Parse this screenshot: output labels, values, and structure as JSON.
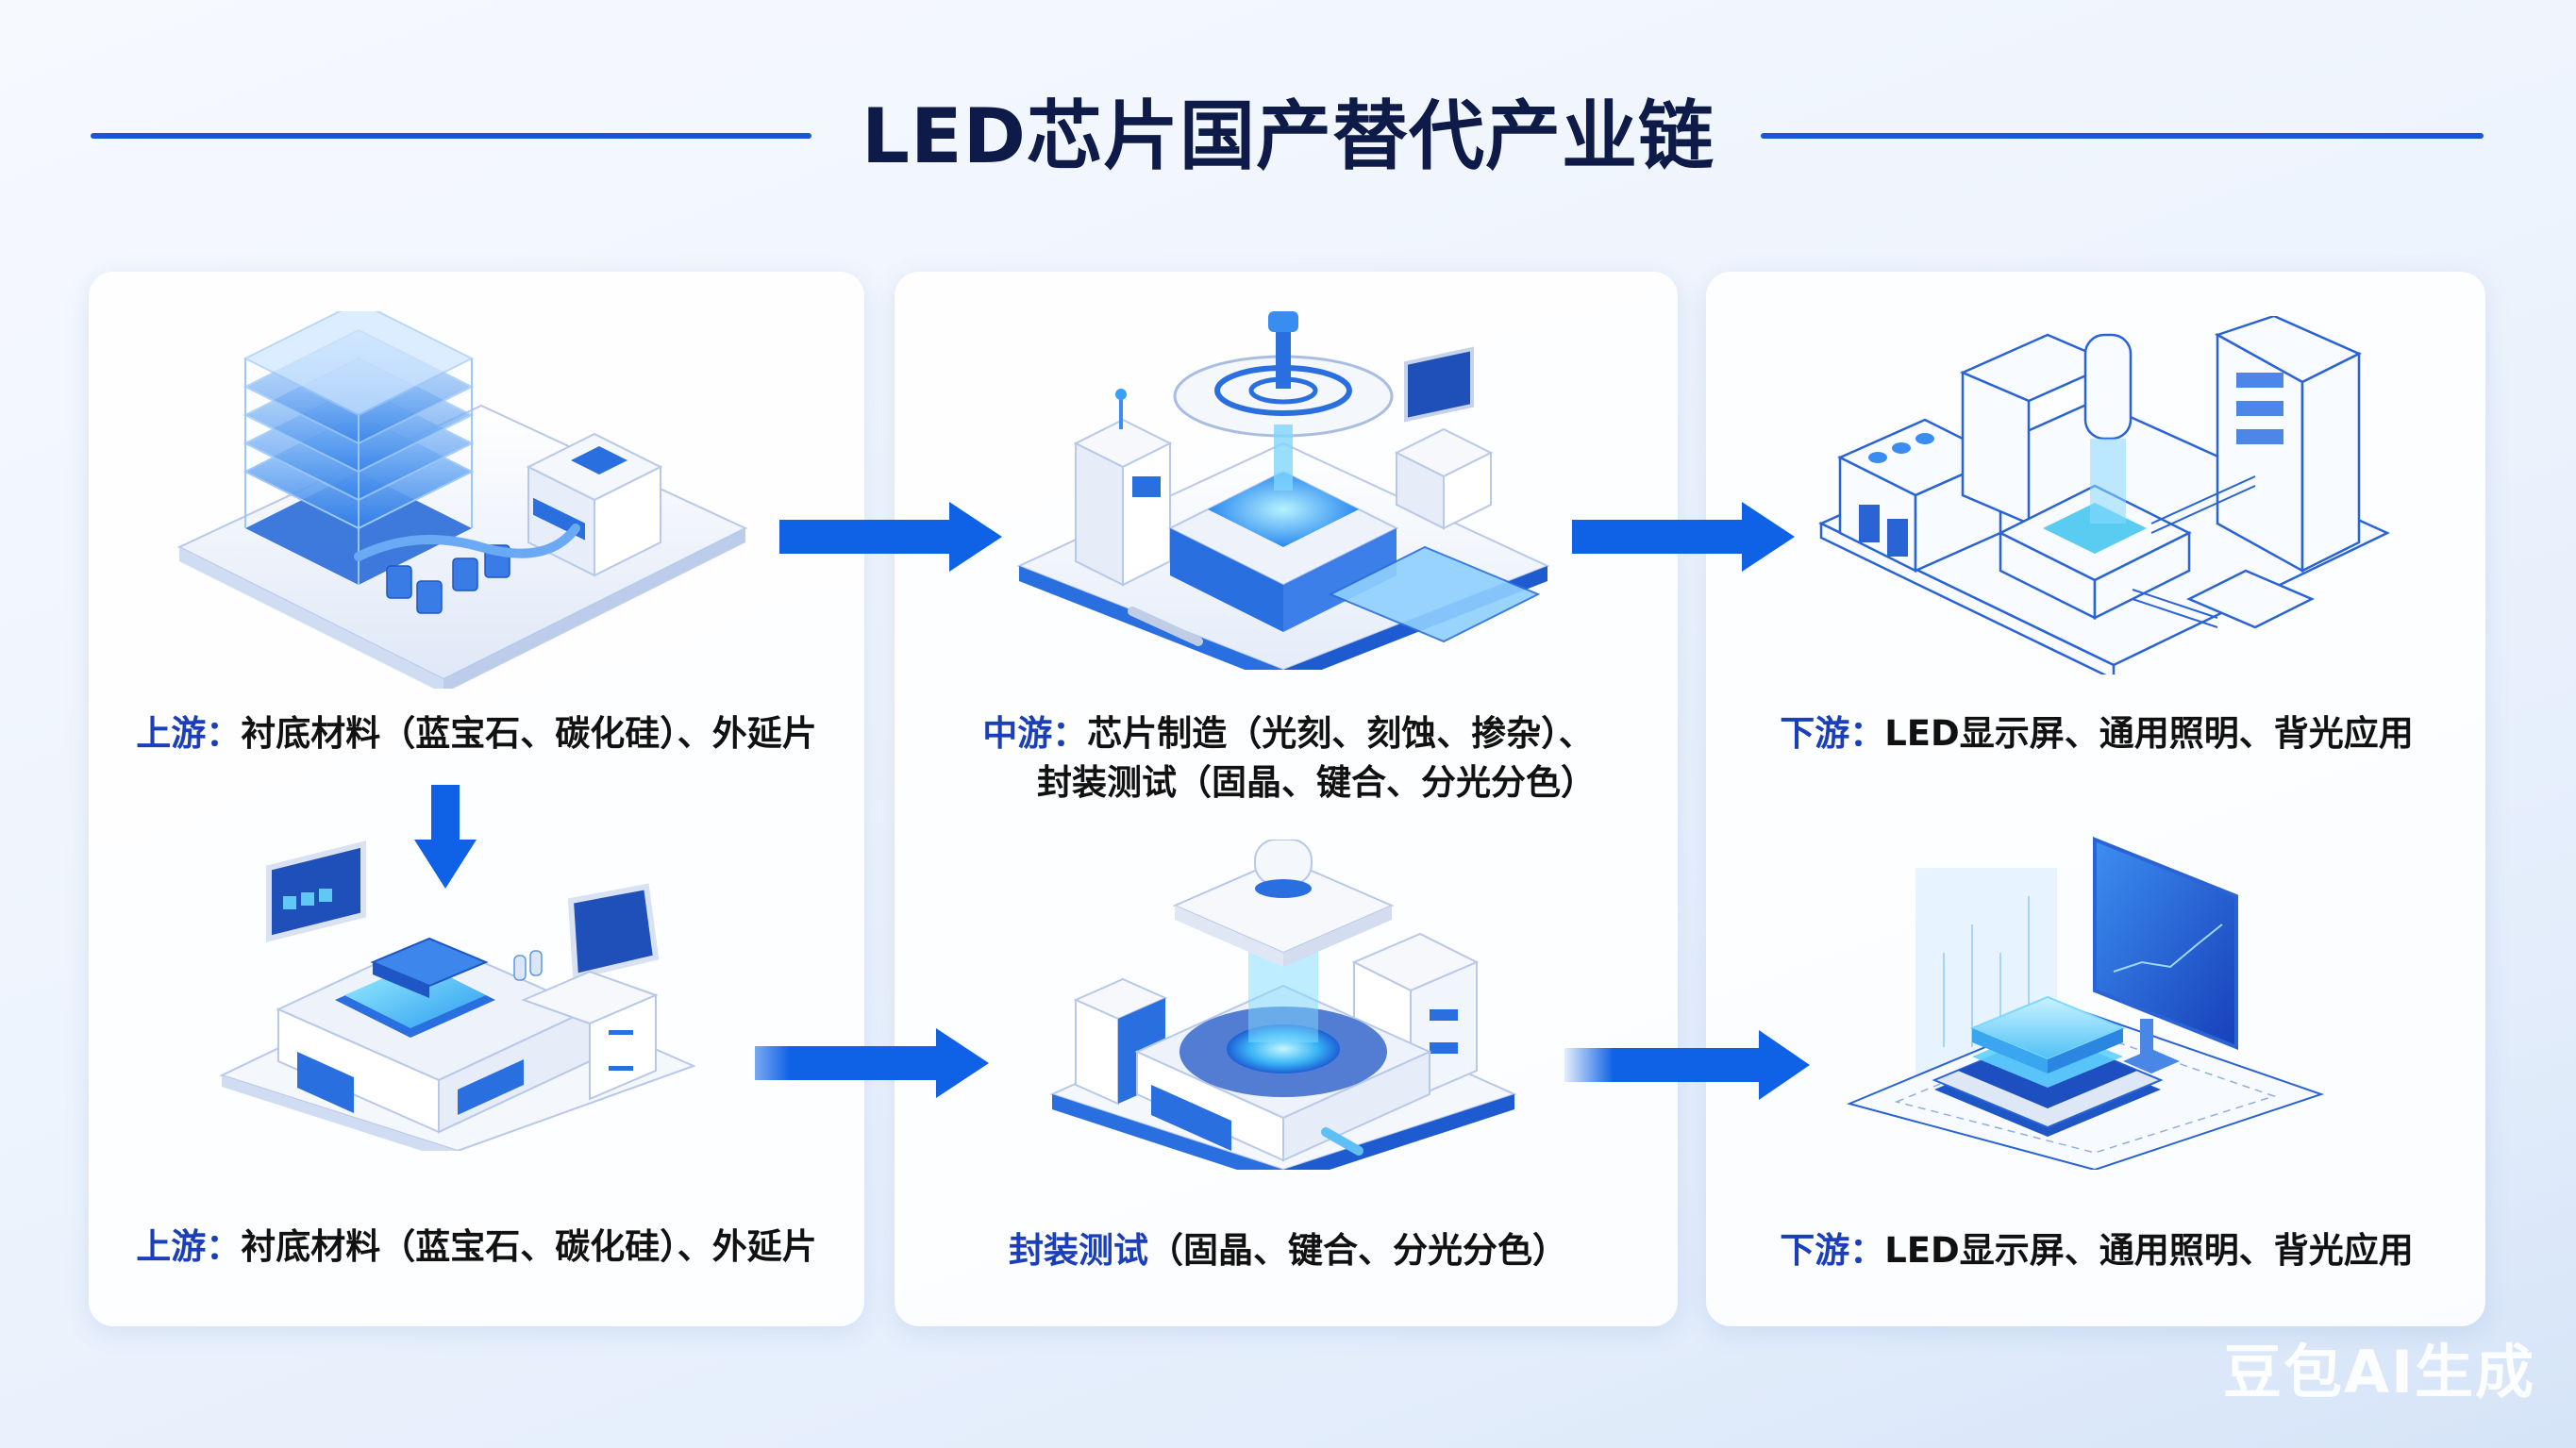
{
  "header": {
    "title": "LED芯片国产替代产业链"
  },
  "colors": {
    "accent": "#1a56d6",
    "arrow": "#0f62e6",
    "title_text": "#0e1a47",
    "stage_label": "#1b3fb8",
    "body_text": "#111111"
  },
  "stages": [
    {
      "column": "upstream",
      "top": {
        "label": "上游：",
        "text": "衬底材料（蓝宝石、碳化硅）、外延片",
        "illustration": "substrate-wafer-stack-machine-illustration"
      },
      "bottom": {
        "label": "上游：",
        "text": "衬底材料（蓝宝石、碳化硅）、外延片",
        "illustration": "epitaxy-chip-machine-illustration"
      }
    },
    {
      "column": "midstream",
      "top": {
        "label": "中游：",
        "text_line1": "芯片制造（光刻、刻蚀、掺杂）、",
        "text_line2": "封装测试（固晶、键合、分光分色）",
        "illustration": "lithography-machine-illustration"
      },
      "bottom": {
        "label": "封装测试",
        "text": "（固晶、键合、分光分色）",
        "illustration": "packaging-test-machine-illustration"
      }
    },
    {
      "column": "downstream",
      "top": {
        "label": "下游：",
        "text": "LED显示屏、通用照明、背光应用",
        "illustration": "outline-production-line-illustration"
      },
      "bottom": {
        "label": "下游：",
        "text": "LED显示屏、通用照明、背光应用",
        "illustration": "chip-and-display-monitor-illustration"
      }
    }
  ],
  "flow_arrows": [
    {
      "from": "upstream-top",
      "to": "midstream-top",
      "direction": "right"
    },
    {
      "from": "midstream-top",
      "to": "downstream-top",
      "direction": "right"
    },
    {
      "from": "upstream-top",
      "to": "upstream-bottom",
      "direction": "down"
    },
    {
      "from": "upstream-bottom",
      "to": "midstream-bottom",
      "direction": "right"
    },
    {
      "from": "midstream-bottom",
      "to": "downstream-bottom",
      "direction": "right"
    }
  ],
  "watermark": "豆包AI生成"
}
